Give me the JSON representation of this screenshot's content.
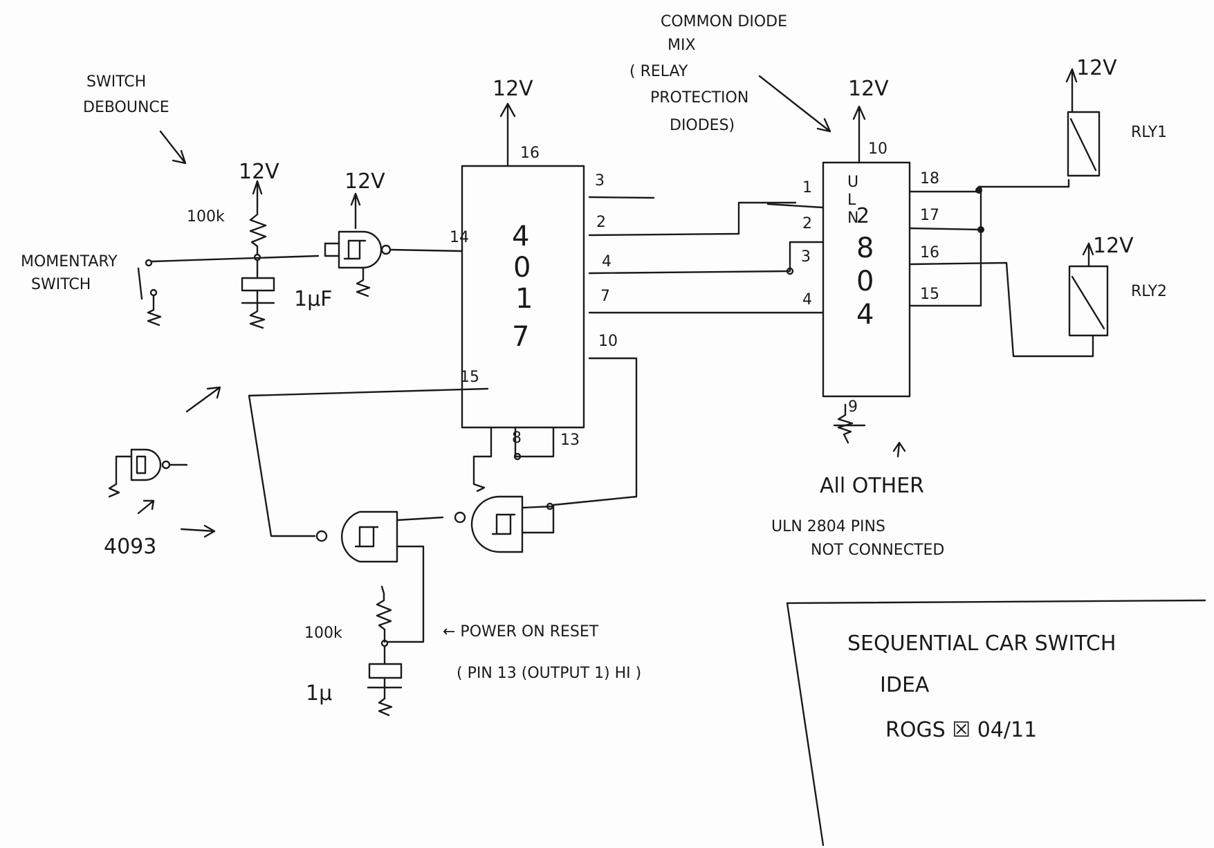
{
  "annotations": {
    "switch_debounce_1": "SWITCH",
    "switch_debounce_2": "DEBOUNCE",
    "momentary_1": "MOMENTARY",
    "momentary_2": "SWITCH",
    "common_diode_1": "COMMON DIODE",
    "common_diode_2": "MIX",
    "relay_prot_1": "( RELAY",
    "relay_prot_2": "PROTECTION",
    "relay_prot_3": "DIODES)",
    "all_other_1": "All OTHER",
    "all_other_2": "ULN 2804 PINS",
    "all_other_3": "NOT CONNECTED",
    "power_on_reset_1": "← POWER ON RESET",
    "power_on_reset_2": "( PIN 13 (OUTPUT 1) HI )",
    "gate_4093": "4093"
  },
  "supplies": {
    "rv_debounce": "12V",
    "rv_gate": "12V",
    "rv_4017": "12V",
    "rv_uln": "12V",
    "rv_rly1": "12V",
    "rv_rly2": "12V"
  },
  "components": {
    "r_debounce": "100k",
    "c_debounce": "1μF",
    "r_reset": "100k",
    "c_reset": "1μ",
    "ic_4017_label": [
      "4",
      "0",
      "1",
      "7"
    ],
    "ic_uln_label": [
      "U",
      "L",
      "N",
      "2",
      "8",
      "0",
      "4"
    ],
    "relay1": "RLY1",
    "relay2": "RLY2"
  },
  "pins_4017": {
    "p16": "16",
    "p3": "3",
    "p2": "2",
    "p4": "4",
    "p7": "7",
    "p10": "10",
    "p14": "14",
    "p15": "15",
    "p8": "8",
    "p13": "13"
  },
  "pins_uln": {
    "p10": "10",
    "p1": "1",
    "p2": "2",
    "p3": "3",
    "p4": "4",
    "p18": "18",
    "p17": "17",
    "p16": "16",
    "p15": "15",
    "p9": "9"
  },
  "title_block": {
    "line1": "SEQUENTIAL CAR SWITCH",
    "line2": "IDEA",
    "line3": "ROGS ☒ 04/11"
  }
}
